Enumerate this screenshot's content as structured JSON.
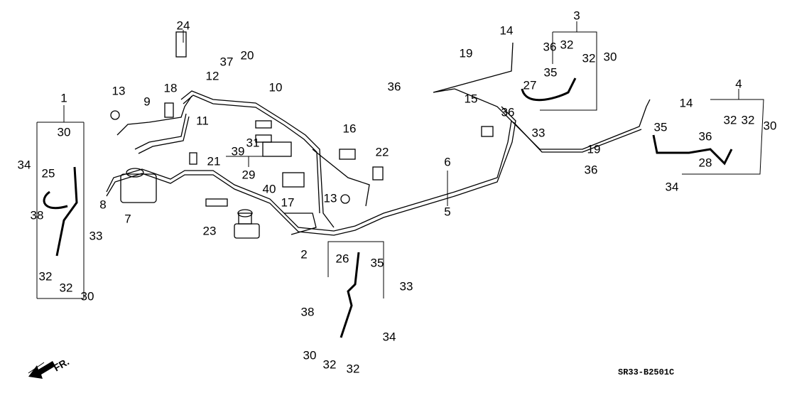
{
  "diagram": {
    "title": "Brake Lines",
    "code": "SR33-B2501C",
    "orientation_label": "FR.",
    "callouts": [
      {
        "id": "c1",
        "text": "1"
      },
      {
        "id": "c2",
        "text": "2"
      },
      {
        "id": "c3",
        "text": "3"
      },
      {
        "id": "c4",
        "text": "4"
      },
      {
        "id": "c5",
        "text": "5"
      },
      {
        "id": "c6",
        "text": "6"
      },
      {
        "id": "c7",
        "text": "7"
      },
      {
        "id": "c8",
        "text": "8"
      },
      {
        "id": "c9",
        "text": "9"
      },
      {
        "id": "c10",
        "text": "10"
      },
      {
        "id": "c11",
        "text": "11"
      },
      {
        "id": "c12",
        "text": "12"
      },
      {
        "id": "c13a",
        "text": "13"
      },
      {
        "id": "c13b",
        "text": "13"
      },
      {
        "id": "c14a",
        "text": "14"
      },
      {
        "id": "c14b",
        "text": "14"
      },
      {
        "id": "c15",
        "text": "15"
      },
      {
        "id": "c16",
        "text": "16"
      },
      {
        "id": "c17",
        "text": "17"
      },
      {
        "id": "c18",
        "text": "18"
      },
      {
        "id": "c19a",
        "text": "19"
      },
      {
        "id": "c19b",
        "text": "19"
      },
      {
        "id": "c20",
        "text": "20"
      },
      {
        "id": "c21",
        "text": "21"
      },
      {
        "id": "c22",
        "text": "22"
      },
      {
        "id": "c23",
        "text": "23"
      },
      {
        "id": "c24",
        "text": "24"
      },
      {
        "id": "c25",
        "text": "25"
      },
      {
        "id": "c26",
        "text": "26"
      },
      {
        "id": "c27",
        "text": "27"
      },
      {
        "id": "c28",
        "text": "28"
      },
      {
        "id": "c29",
        "text": "29"
      },
      {
        "id": "c30a",
        "text": "30"
      },
      {
        "id": "c30b",
        "text": "30"
      },
      {
        "id": "c30c",
        "text": "30"
      },
      {
        "id": "c30d",
        "text": "30"
      },
      {
        "id": "c30e",
        "text": "30"
      },
      {
        "id": "c31",
        "text": "31"
      },
      {
        "id": "c32a",
        "text": "32"
      },
      {
        "id": "c32b",
        "text": "32"
      },
      {
        "id": "c32c",
        "text": "32"
      },
      {
        "id": "c32d",
        "text": "32"
      },
      {
        "id": "c32e",
        "text": "32"
      },
      {
        "id": "c32f",
        "text": "32"
      },
      {
        "id": "c32g",
        "text": "32"
      },
      {
        "id": "c32h",
        "text": "32"
      },
      {
        "id": "c33a",
        "text": "33"
      },
      {
        "id": "c33b",
        "text": "33"
      },
      {
        "id": "c33c",
        "text": "33"
      },
      {
        "id": "c34a",
        "text": "34"
      },
      {
        "id": "c34b",
        "text": "34"
      },
      {
        "id": "c34c",
        "text": "34"
      },
      {
        "id": "c35a",
        "text": "35"
      },
      {
        "id": "c35b",
        "text": "35"
      },
      {
        "id": "c35c",
        "text": "35"
      },
      {
        "id": "c36a",
        "text": "36"
      },
      {
        "id": "c36b",
        "text": "36"
      },
      {
        "id": "c36c",
        "text": "36"
      },
      {
        "id": "c36d",
        "text": "36"
      },
      {
        "id": "c36e",
        "text": "36"
      },
      {
        "id": "c37",
        "text": "37"
      },
      {
        "id": "c38a",
        "text": "38"
      },
      {
        "id": "c38b",
        "text": "38"
      },
      {
        "id": "c39",
        "text": "39"
      },
      {
        "id": "c40",
        "text": "40"
      }
    ]
  }
}
